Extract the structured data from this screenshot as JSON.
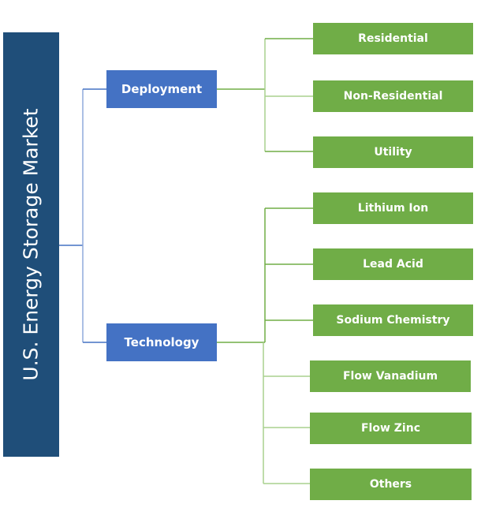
{
  "root": {
    "label": "U.S. Energy Storage Market",
    "color": "#1f4e79"
  },
  "categories": [
    {
      "label": "Deployment",
      "color": "#4472c4",
      "children": [
        "Residential",
        "Non-Residential",
        "Utility"
      ]
    },
    {
      "label": "Technology",
      "color": "#4472c4",
      "children": [
        "Lithium Ion",
        "Lead Acid",
        "Sodium Chemistry",
        "Flow Vanadium",
        "Flow Zinc",
        "Others"
      ]
    }
  ],
  "leaf_color": "#70ad47",
  "connector_colors": {
    "root": "#4472c4",
    "leaf": "#70ad47"
  }
}
